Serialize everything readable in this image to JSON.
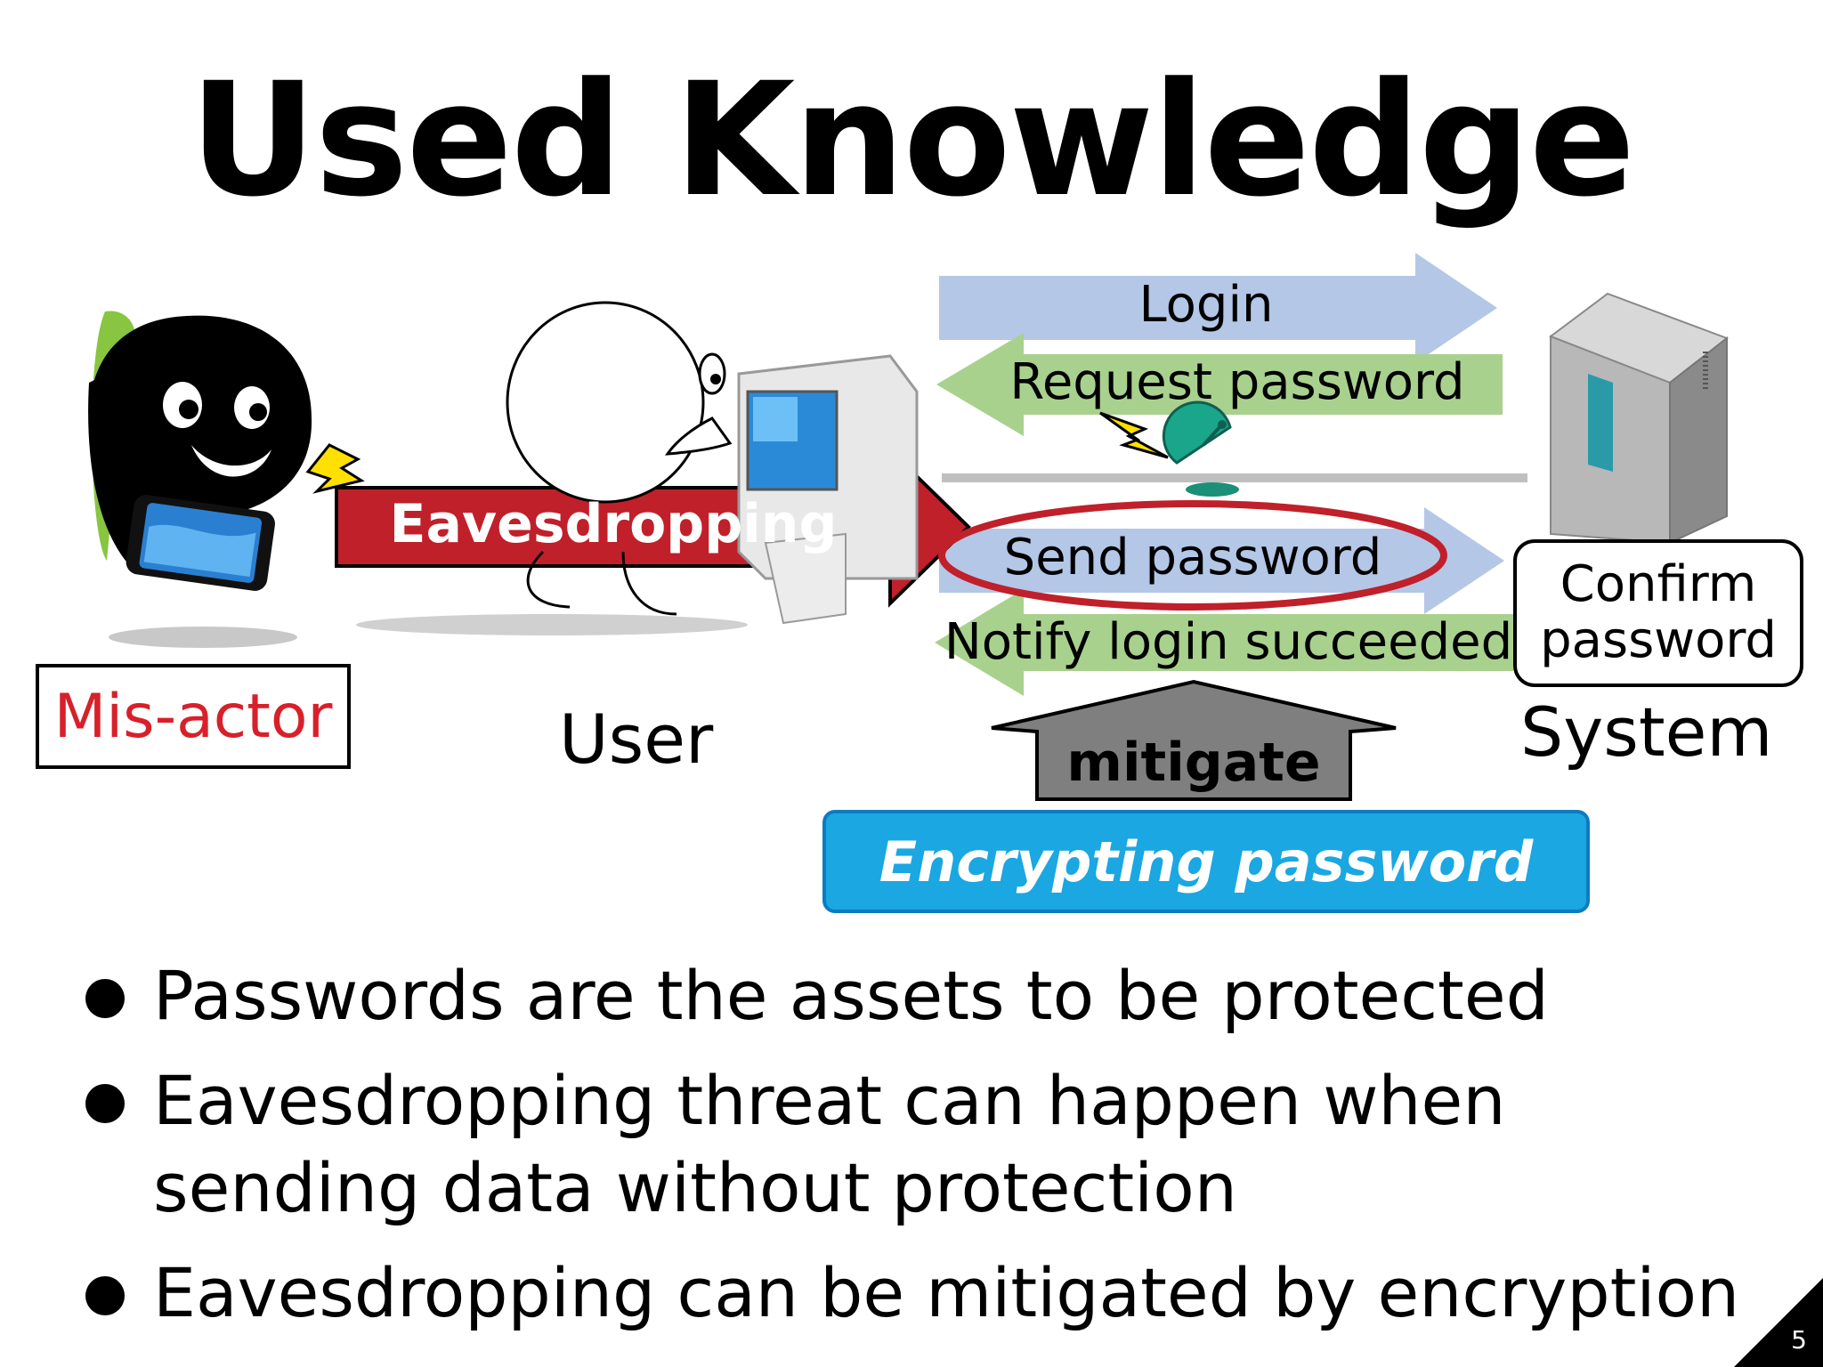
{
  "slide": {
    "title": "Used Knowledge",
    "page_number": "5"
  },
  "diagram": {
    "actors": {
      "misactor": "Mis-actor",
      "user": "User",
      "system": "System"
    },
    "flows": {
      "login": "Login",
      "request_password": "Request password",
      "send_password": "Send password",
      "notify_login": "Notify login succeeded"
    },
    "system_action": [
      "Confirm",
      "password"
    ],
    "threat": "Eavesdropping",
    "mitigate": "mitigate",
    "countermeasure": "Encrypting password",
    "colors": {
      "flow_to_system": "#b4c7e7",
      "flow_to_user": "#a9d18e",
      "threat_arrow": "#c0202a",
      "mitigate_arrow": "#7f7f7f",
      "countermeasure": "#1aa7e2",
      "misactor_label": "#d8202a"
    }
  },
  "bullets": [
    "Passwords are the assets to be protected",
    "Eavesdropping threat can happen when sending data without protection",
    "Eavesdropping can be mitigated by encryption"
  ]
}
